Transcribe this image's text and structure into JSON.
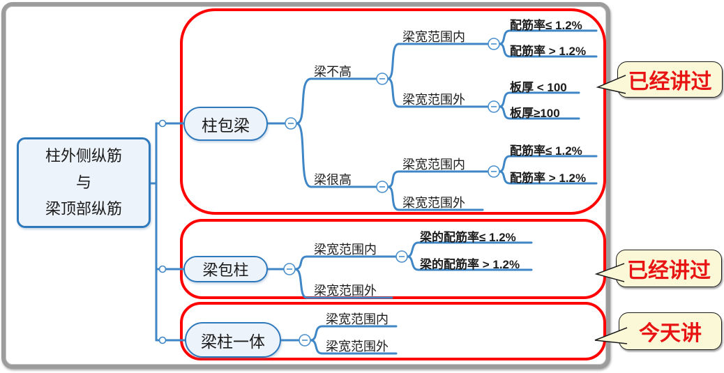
{
  "colors": {
    "line_blue": "#3e86c6",
    "node_border_blue": "#2e79bc",
    "node_fill": "#edf3fa",
    "group_outline_red": "#ff0000",
    "callout_bg": "#fbf8d8",
    "callout_text_red": "#e81414",
    "frame_gray": "#9c9c9c"
  },
  "root_node": {
    "lines": [
      "柱外侧纵筋",
      "与",
      "梁顶部纵筋"
    ]
  },
  "topics": {
    "zhu_bao_liang": "柱包梁",
    "liang_bu_gao": "梁不高",
    "liang_hen_gao": "梁很高",
    "liang_kuan_nei_1": "梁宽范围内",
    "peijinlv_le_1": "配筋率≤ 1.2%",
    "peijinlv_gt_1": "配筋率 > 1.2%",
    "liang_kuan_wai_1": "梁宽范围外",
    "ban_hou_lt": "板厚 < 100",
    "ban_hou_ge": "板厚≥100",
    "liang_kuan_nei_2": "梁宽范围内",
    "peijinlv_le_2": "配筋率≤ 1.2%",
    "peijinlv_gt_2": "配筋率 > 1.2%",
    "liang_kuan_wai_2": "梁宽范围外",
    "liang_bao_zhu": "梁包柱",
    "liang_kuan_nei_3": "梁宽范围内",
    "liang_peijinlv_le": "梁的配筋率≤ 1.2%",
    "liang_peijinlv_gt": "梁的配筋率 > 1.2%",
    "liang_kuan_wai_3": "梁宽范围外",
    "liang_zhu_yi_ti": "梁柱一体",
    "liang_kuan_nei_4": "梁宽范围内",
    "liang_kuan_wai_4": "梁宽范围外"
  },
  "callouts": [
    {
      "label": "已经讲过"
    },
    {
      "label": "已经讲过"
    },
    {
      "label": "今天讲"
    }
  ]
}
